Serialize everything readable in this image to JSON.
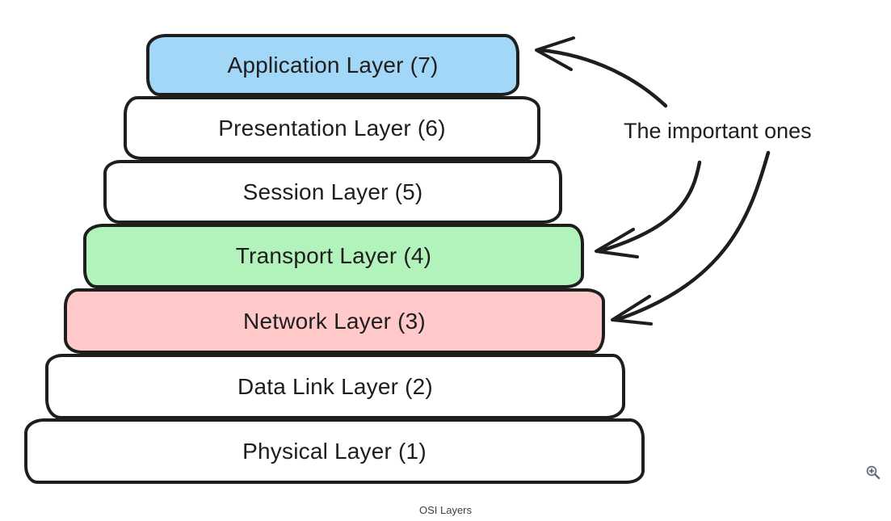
{
  "diagram": {
    "caption": "OSI Layers",
    "annotation": "The important ones",
    "stroke_color": "#1e1e1e",
    "layers": [
      {
        "label": "Application Layer (7)",
        "number": 7,
        "fill": "#a3d7f7",
        "important": true
      },
      {
        "label": "Presentation Layer (6)",
        "number": 6,
        "fill": "#ffffff",
        "important": false
      },
      {
        "label": "Session Layer (5)",
        "number": 5,
        "fill": "#ffffff",
        "important": false
      },
      {
        "label": "Transport Layer (4)",
        "number": 4,
        "fill": "#b2f2bb",
        "important": true
      },
      {
        "label": "Network Layer (3)",
        "number": 3,
        "fill": "#ffc9c9",
        "important": true
      },
      {
        "label": "Data Link Layer (2)",
        "number": 2,
        "fill": "#ffffff",
        "important": false
      },
      {
        "label": "Physical Layer (1)",
        "number": 1,
        "fill": "#ffffff",
        "important": false
      }
    ]
  },
  "viewer": {
    "zoom_icon": "magnifier-plus",
    "zoom_icon_color": "#5f6b7a"
  }
}
